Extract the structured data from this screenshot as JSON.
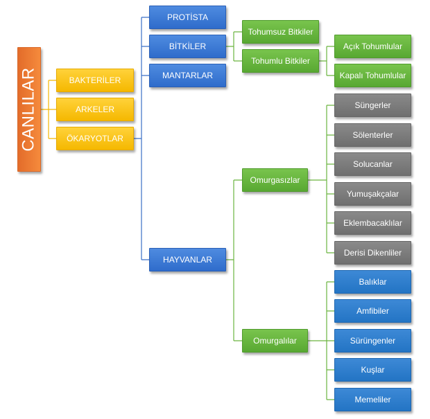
{
  "colors": {
    "root": "#ef7a32",
    "yellow": "#fcc419",
    "blue": "#3a76d4",
    "green": "#66b33d",
    "gray": "#7b7b7b",
    "light_blue": "#2b7dcc",
    "line_yellow": "#f2b800",
    "line_blue": "#3a6fc6",
    "line_green": "#6ab33f"
  },
  "root": "CANLILAR",
  "kingdoms": [
    "BAKTERİLER",
    "ARKELER",
    "ÖKARYOTLAR"
  ],
  "eukaryotes": [
    "PROTİSTA",
    "BİTKİLER",
    "MANTARLAR",
    "HAYVANLAR"
  ],
  "plants": [
    "Tohumsuz Bitkiler",
    "Tohumlu Bitkiler"
  ],
  "seed_plants": [
    "Açık Tohumlular",
    "Kapalı Tohumlular"
  ],
  "animals": [
    "Omurgasızlar",
    "Omurgalılar"
  ],
  "invertebrates": [
    "Süngerler",
    "Sölenterler",
    "Solucanlar",
    "Yumuşakçalar",
    "Eklembacaklılar",
    "Derisi Dikenliler"
  ],
  "vertebrates": [
    "Balıklar",
    "Amfibiler",
    "Sürüngenler",
    "Kuşlar",
    "Memeliler"
  ]
}
